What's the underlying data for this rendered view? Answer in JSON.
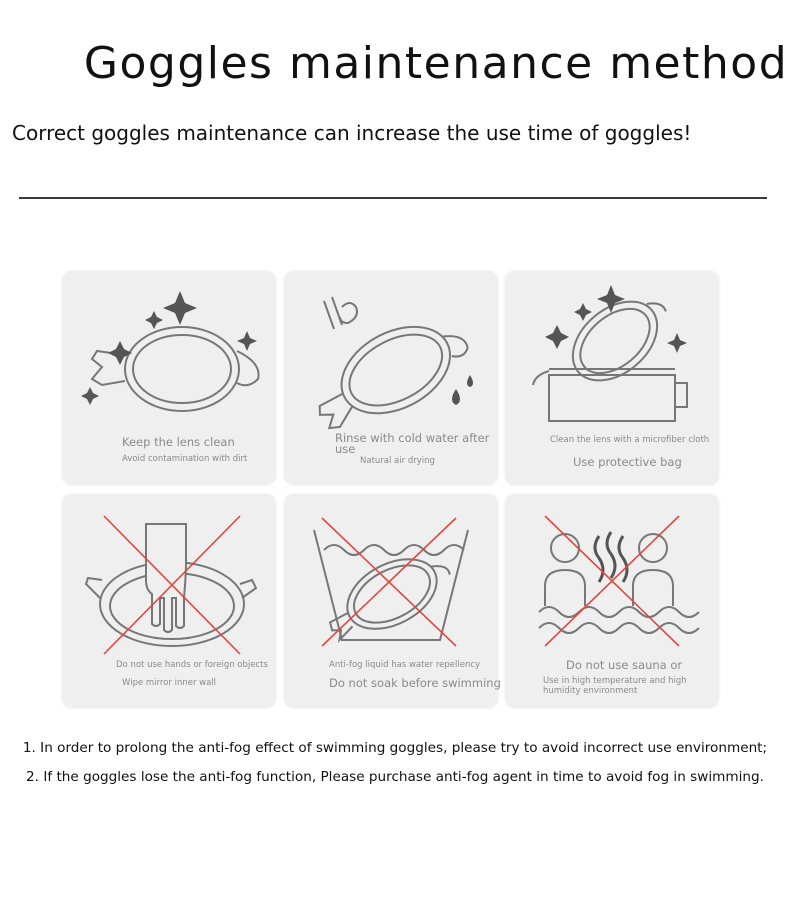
{
  "page": {
    "title": "Goggles maintenance method",
    "subtitle": "Correct goggles maintenance can increase the use time of goggles!"
  },
  "cards": [
    {
      "line1": "Keep the lens clean",
      "line2": "Avoid contamination with dirt",
      "icon": "goggles-sparkle-icon"
    },
    {
      "line1": "Rinse with cold water after use",
      "line2": "Natural air drying",
      "icon": "goggles-rinse-icon"
    },
    {
      "line1": "Clean the lens with a microfiber cloth",
      "line2": "Use protective bag",
      "icon": "goggles-bag-icon"
    },
    {
      "line1": "Do not use hands or foreign objects",
      "line2": "Wipe mirror inner wall",
      "icon": "no-hand-wipe-icon"
    },
    {
      "line1": "Anti-fog liquid has water repellency",
      "line2": "Do not soak before swimming",
      "icon": "no-soak-icon"
    },
    {
      "line1": "Do not use sauna or",
      "line2": "Use in high temperature and high humidity environment",
      "icon": "no-sauna-icon"
    }
  ],
  "notes": [
    "1. In order to prolong the anti-fog effect of swimming goggles, please try to avoid incorrect use environment;",
    "2. If the goggles lose the anti-fog function, Please purchase anti-fog agent in time to avoid fog in swimming."
  ],
  "colors": {
    "cross": "#e0473f",
    "line_art": "#777777",
    "card_bg": "#efefef"
  }
}
